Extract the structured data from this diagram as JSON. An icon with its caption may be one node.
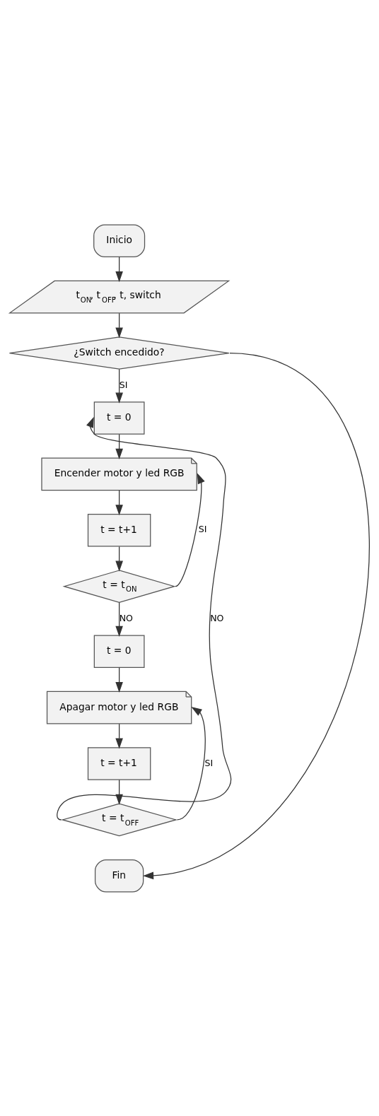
{
  "diagram": {
    "nodes": [
      {
        "text": [
          "Inicio"
        ]
      },
      {
        "text": [
          "t$_{ON}$, t$_{OFF}$, t, switch"
        ]
      },
      {
        "text": [
          "¿Switch encedido?"
        ]
      },
      {
        "text": [
          "t = 0"
        ]
      },
      {
        "text": [
          "Encender motor y led RGB"
        ]
      },
      {
        "text": [
          "t = t+1"
        ]
      },
      {
        "text": [
          "t = t$_{ON}$"
        ]
      },
      {
        "text": [
          "t = 0"
        ]
      },
      {
        "text": [
          "Apagar motor y led RGB"
        ]
      },
      {
        "text": [
          "t = t+1"
        ]
      },
      {
        "text": [
          "t = t$_{OFF}$"
        ]
      },
      {
        "text": [
          "Fin"
        ]
      }
    ],
    "edges": [
      {
        "from": 0,
        "to": 1,
        "arrow": "to"
      },
      {
        "from": 1,
        "to": 2,
        "arrow": "to"
      },
      {
        "from": 2,
        "to": 3,
        "arrow": "to",
        "label": "SI"
      },
      {
        "from": 3,
        "to": 4,
        "arrow": "to"
      },
      {
        "from": 4,
        "to": 5,
        "arrow": "to"
      },
      {
        "from": 5,
        "to": 6,
        "arrow": "to"
      },
      {
        "from": 6,
        "to": 4,
        "arrow": "to",
        "label": "SI"
      },
      {
        "from": 6,
        "to": 7,
        "arrow": "to",
        "label": "NO"
      },
      {
        "from": 7,
        "to": 8,
        "arrow": "to"
      },
      {
        "from": 8,
        "to": 9,
        "arrow": "to"
      },
      {
        "from": 9,
        "to": 10,
        "arrow": "to"
      },
      {
        "from": 10,
        "to": 8,
        "arrow": "to",
        "label": "SI"
      },
      {
        "from": 10,
        "to": 3,
        "arrow": "to",
        "label": "NO"
      },
      {
        "from": 2,
        "to": 11,
        "arrow": "to"
      }
    ]
  }
}
